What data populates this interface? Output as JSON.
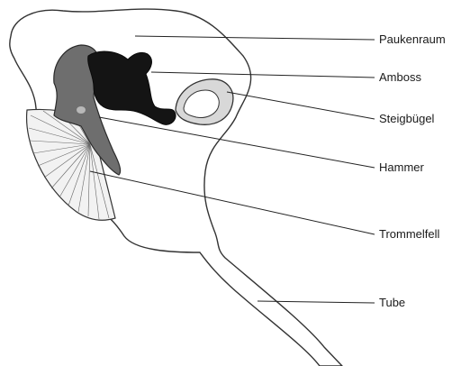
{
  "labels": {
    "paukenraum": "Paukenraum",
    "amboss": "Amboss",
    "steigbuegel": "Steigbügel",
    "hammer": "Hammer",
    "trommelfell": "Trommelfell",
    "tube": "Tube"
  },
  "colors": {
    "outline": "#333333",
    "leader_line": "#222222",
    "amboss_fill": "#141414",
    "hammer_fill": "#6e6e6e",
    "steigbuegel_fill": "#d8d8d8",
    "trommelfell_fill": "#f2f2f2"
  }
}
